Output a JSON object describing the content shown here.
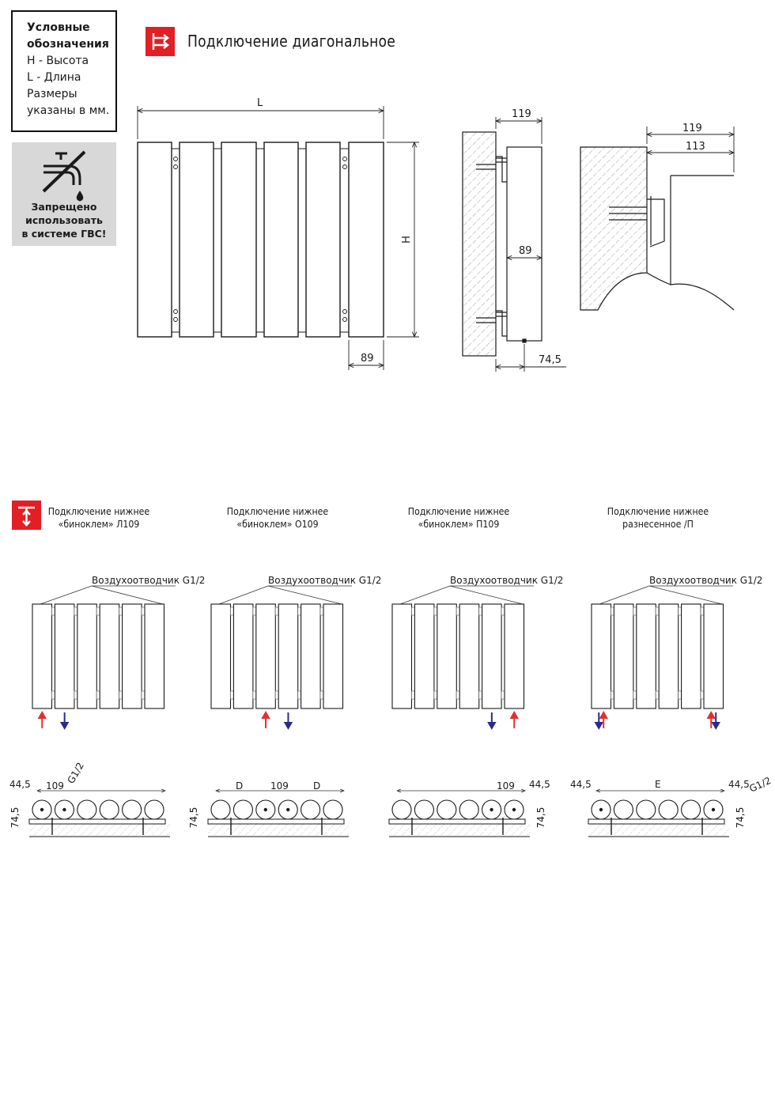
{
  "legend": {
    "title_line1": "Условные",
    "title_line2": "обозначения",
    "line_h": "H - Высота",
    "line_l": "L - Длина",
    "line_sizes1": "Размеры",
    "line_sizes2": "указаны в мм."
  },
  "warning": {
    "icon": "no-water-tap-icon",
    "line1": "Запрещено",
    "line2": "использовать",
    "line3": "в системе ГВС!"
  },
  "colors": {
    "accent_red": "#e31e24",
    "flow_red": "#e03030",
    "flow_blue": "#2a2a8c"
  },
  "top_section": {
    "title": "Подключение диагональное",
    "front_dims": {
      "length_label": "L",
      "height_label": "H",
      "section_width": "89"
    },
    "side_dims": {
      "depth": "119",
      "section_depth": "89",
      "bottom_offset": "74,5"
    },
    "bracket_dims": {
      "depth_total": "119",
      "depth_inner": "113"
    }
  },
  "bottom_section": {
    "variants": [
      {
        "title_line1": "Подключение нижнее",
        "title_line2": "«биноклем» Л109",
        "vent_label": "Воздухоотводчик G1/2",
        "dims": {
          "left_offset": "44,5",
          "spacing": "109",
          "thread": "G1/2",
          "height": "74,5"
        }
      },
      {
        "title_line1": "Подключение нижнее",
        "title_line2": "«биноклем» О109",
        "vent_label": "Воздухоотводчик G1/2",
        "dims": {
          "d_left": "D",
          "spacing": "109",
          "d_right": "D",
          "height": "74,5"
        }
      },
      {
        "title_line1": "Подключение нижнее",
        "title_line2": "«биноклем» П109",
        "vent_label": "Воздухоотводчик G1/2",
        "dims": {
          "spacing": "109",
          "right_offset": "44,5",
          "height": "74,5"
        }
      },
      {
        "title_line1": "Подключение нижнее",
        "title_line2": "разнесенное /П",
        "vent_label": "Воздухоотводчик G1/2",
        "dims": {
          "left_offset": "44,5",
          "span": "E",
          "right_offset": "44,5",
          "thread": "G1/2",
          "height": "74,5"
        }
      }
    ]
  }
}
